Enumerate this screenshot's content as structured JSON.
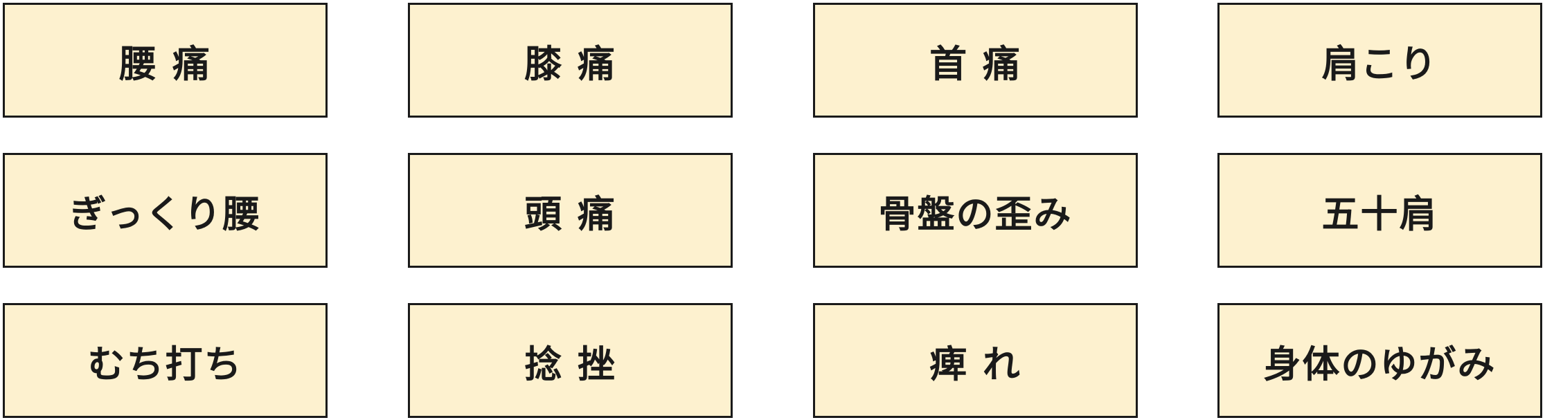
{
  "colors": {
    "tile_fill": "#fdf1cf",
    "tile_border": "#1a1a1a",
    "text": "#1a1a1a",
    "background": "#ffffff"
  },
  "symptoms": [
    {
      "label": "腰 痛"
    },
    {
      "label": "膝 痛"
    },
    {
      "label": "首 痛"
    },
    {
      "label": "肩こり"
    },
    {
      "label": "ぎっくり腰"
    },
    {
      "label": "頭 痛"
    },
    {
      "label": "骨盤の歪み"
    },
    {
      "label": "五十肩"
    },
    {
      "label": "むち打ち"
    },
    {
      "label": "捻 挫"
    },
    {
      "label": "痺 れ"
    },
    {
      "label": "身体のゆがみ"
    }
  ]
}
